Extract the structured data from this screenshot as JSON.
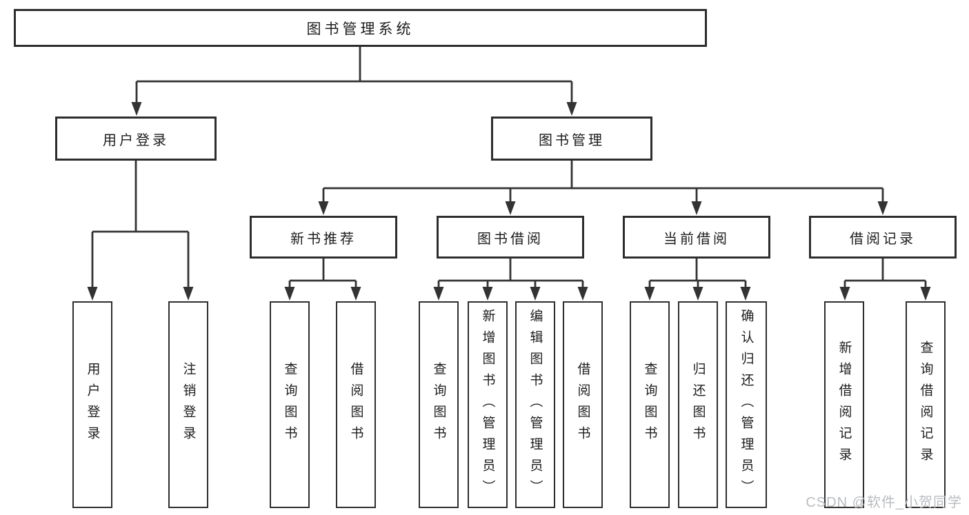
{
  "diagram": {
    "title": "图书管理系统",
    "level2": {
      "user_login": "用户登录",
      "book_management": "图书管理"
    },
    "level3": {
      "new_book_recommend": "新书推荐",
      "book_borrow": "图书借阅",
      "current_borrow": "当前借阅",
      "borrow_records": "借阅记录"
    },
    "leaves": {
      "user_login": "用户登录",
      "logout": "注销登录",
      "recommend_query_books": "查询图书",
      "recommend_borrow_books": "借阅图书",
      "borrow_query_books": "查询图书",
      "borrow_add_books_admin": "新增图书（管理员）",
      "borrow_edit_books_admin": "编辑图书（管理员）",
      "borrow_borrow_books": "借阅图书",
      "current_query_books": "查询图书",
      "current_return_books": "归还图书",
      "current_confirm_return_admin": "确认归还（管理员）",
      "records_add_borrow_record": "新增借阅记录",
      "records_query_borrow_record": "查询借阅记录"
    },
    "watermark": "CSDN @软件_小贺同学",
    "colors": {
      "line": "#333333",
      "border": "#2d2d2d",
      "text": "#1c1c1c",
      "watermark": "#b9bcc1",
      "background": "#ffffff"
    }
  }
}
